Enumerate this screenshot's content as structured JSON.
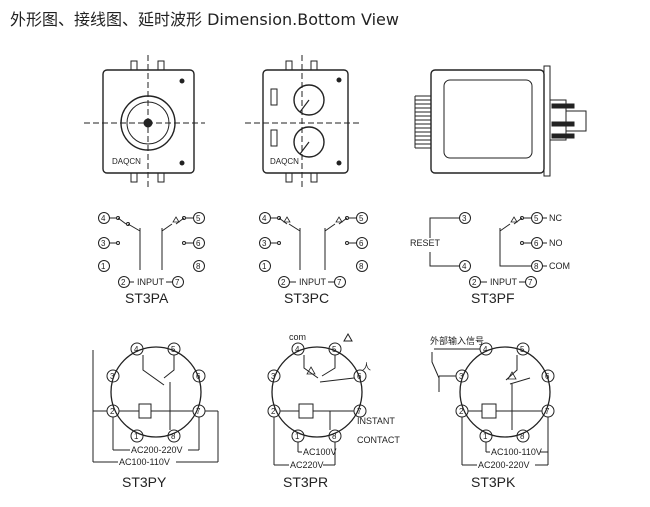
{
  "title": "外形图、接线图、延时波形 Dimension.Bottom View",
  "brand_label": "DAQCN",
  "wiring": {
    "st3pa": {
      "name": "ST3PA",
      "input": "INPUT"
    },
    "st3pc": {
      "name": "ST3PC",
      "input": "INPUT"
    },
    "st3pf": {
      "name": "ST3PF",
      "input": "INPUT",
      "reset": "RESET",
      "nc": "NC",
      "no": "NO",
      "com": "COM"
    }
  },
  "sockets": {
    "st3py": {
      "name": "ST3PY",
      "ac_high": "AC200-220V",
      "ac_low": "AC100-110V"
    },
    "st3pr": {
      "name": "ST3PR",
      "com": "com",
      "ac100": "AC100V",
      "ac220": "AC220V",
      "instant1": "INSTANT",
      "instant2": "CONTACT"
    },
    "st3pk": {
      "name": "ST3PK",
      "ext_signal": "外部输入信号",
      "ac_low": "AC100-110V",
      "ac_high": "AC200-220V"
    }
  },
  "terminal_numbers": [
    "1",
    "2",
    "3",
    "4",
    "5",
    "6",
    "7",
    "8"
  ]
}
